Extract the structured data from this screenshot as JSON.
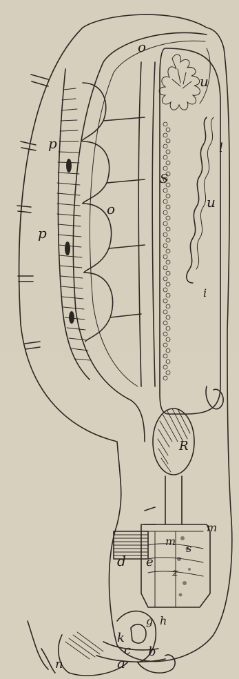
{
  "figure": {
    "labels": {
      "a": "a",
      "b": "b",
      "c": "c",
      "d": "d",
      "e": "e",
      "g": "g",
      "h": "h",
      "k": "k",
      "l": "l",
      "m": "m",
      "n": "n",
      "o": "o",
      "p": "p",
      "R": "R",
      "S": "S",
      "u": "u",
      "i": "i",
      "s": "s",
      "z": "z"
    }
  }
}
